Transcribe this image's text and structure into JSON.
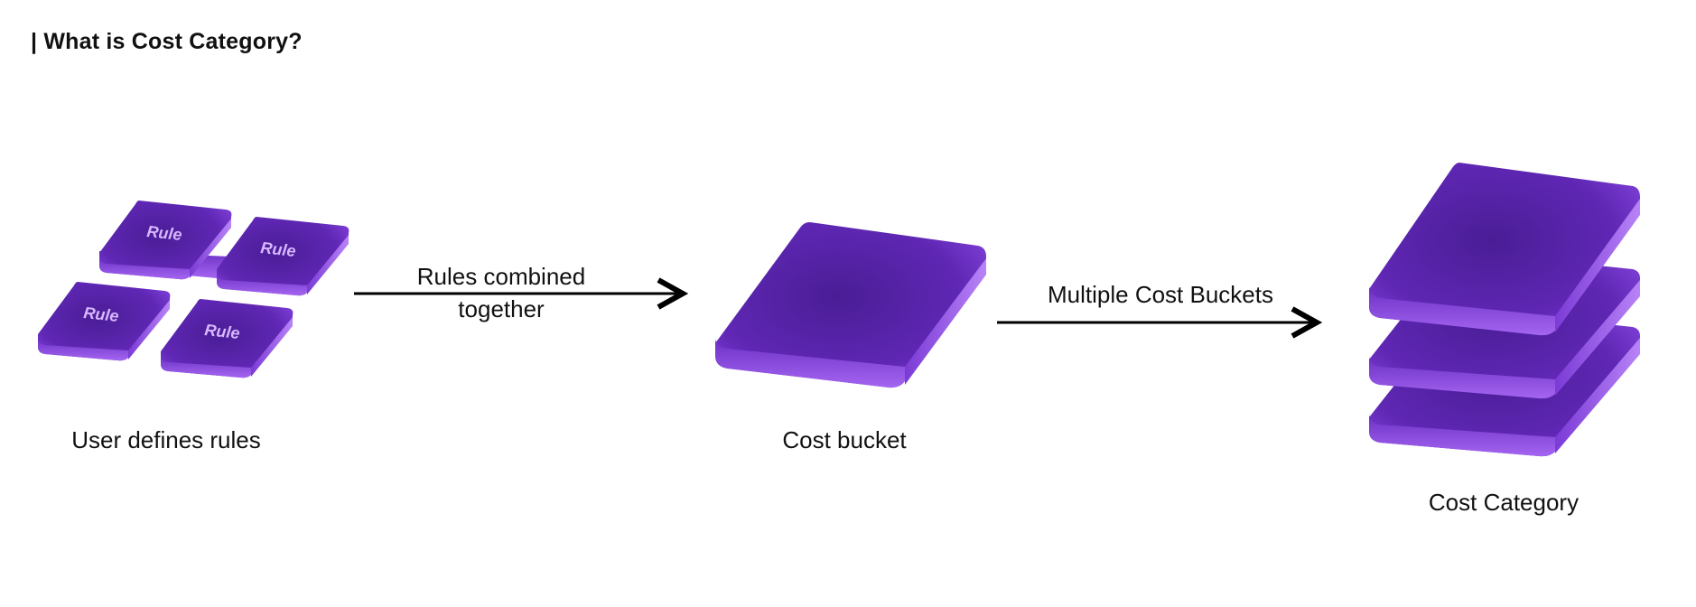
{
  "heading": "| What is Cost Category?",
  "rule_tile_text": "Rule",
  "stages": {
    "user_defines_rules": "User defines rules",
    "cost_bucket": "Cost bucket",
    "cost_category": "Cost Category"
  },
  "connectors": {
    "rules_combined": {
      "line1": "Rules combined",
      "line2": "together"
    },
    "multiple_buckets": "Multiple Cost Buckets"
  },
  "colors": {
    "tile_top": "#5a22a8",
    "tile_edge": "#8b46e6",
    "tile_highlight": "#b07cf5",
    "arrow": "#000000"
  }
}
